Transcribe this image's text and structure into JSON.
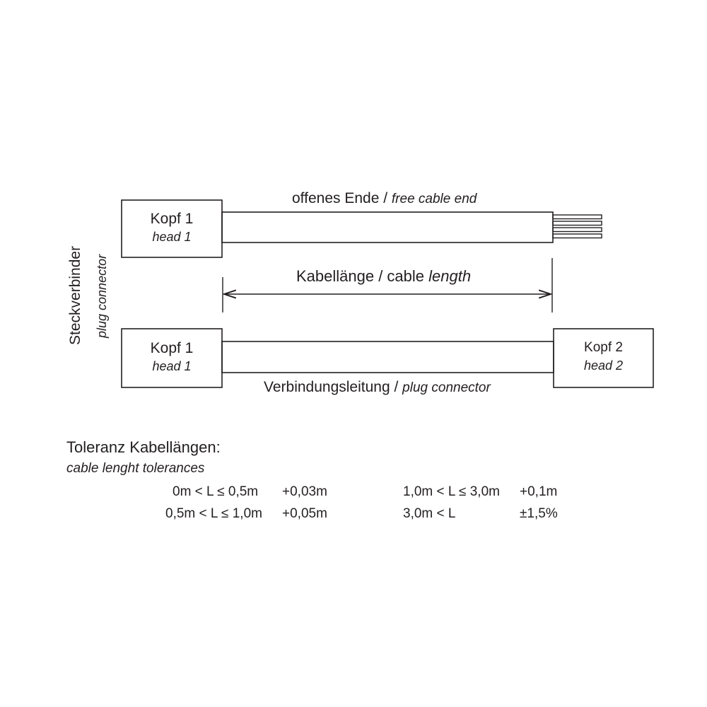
{
  "diagram": {
    "top_cable": {
      "head": {
        "name": "Kopf 1",
        "name_en": "head 1"
      },
      "label_de": "offenes Ende",
      "label_sep": " / ",
      "label_en": "free cable end"
    },
    "dimension": {
      "label_de": "Kabellänge / cable ",
      "label_en": "length"
    },
    "side_label": {
      "de": "Steckverbinder",
      "en": "plug connector"
    },
    "bottom_cable": {
      "head1": {
        "name": "Kopf 1",
        "name_en": "head 1"
      },
      "head2": {
        "name": "Kopf 2",
        "name_en": "head 2"
      },
      "label_de": "Verbindungsleitung",
      "label_sep": " / ",
      "label_en": "plug connector"
    }
  },
  "tolerances": {
    "title": "Toleranz Kabellängen:",
    "subtitle": "cable lenght tolerances",
    "rows": [
      {
        "range": "0m < L ≤ 0,5m",
        "value": "+0,03m"
      },
      {
        "range": "0,5m < L ≤ 1,0m",
        "value": "+0,05m"
      },
      {
        "range": "1,0m < L ≤ 3,0m",
        "value": "+0,1m"
      },
      {
        "range": "3,0m < L",
        "value": "±1,5%"
      }
    ]
  },
  "colors": {
    "line": "#231f20",
    "background": "#ffffff"
  }
}
